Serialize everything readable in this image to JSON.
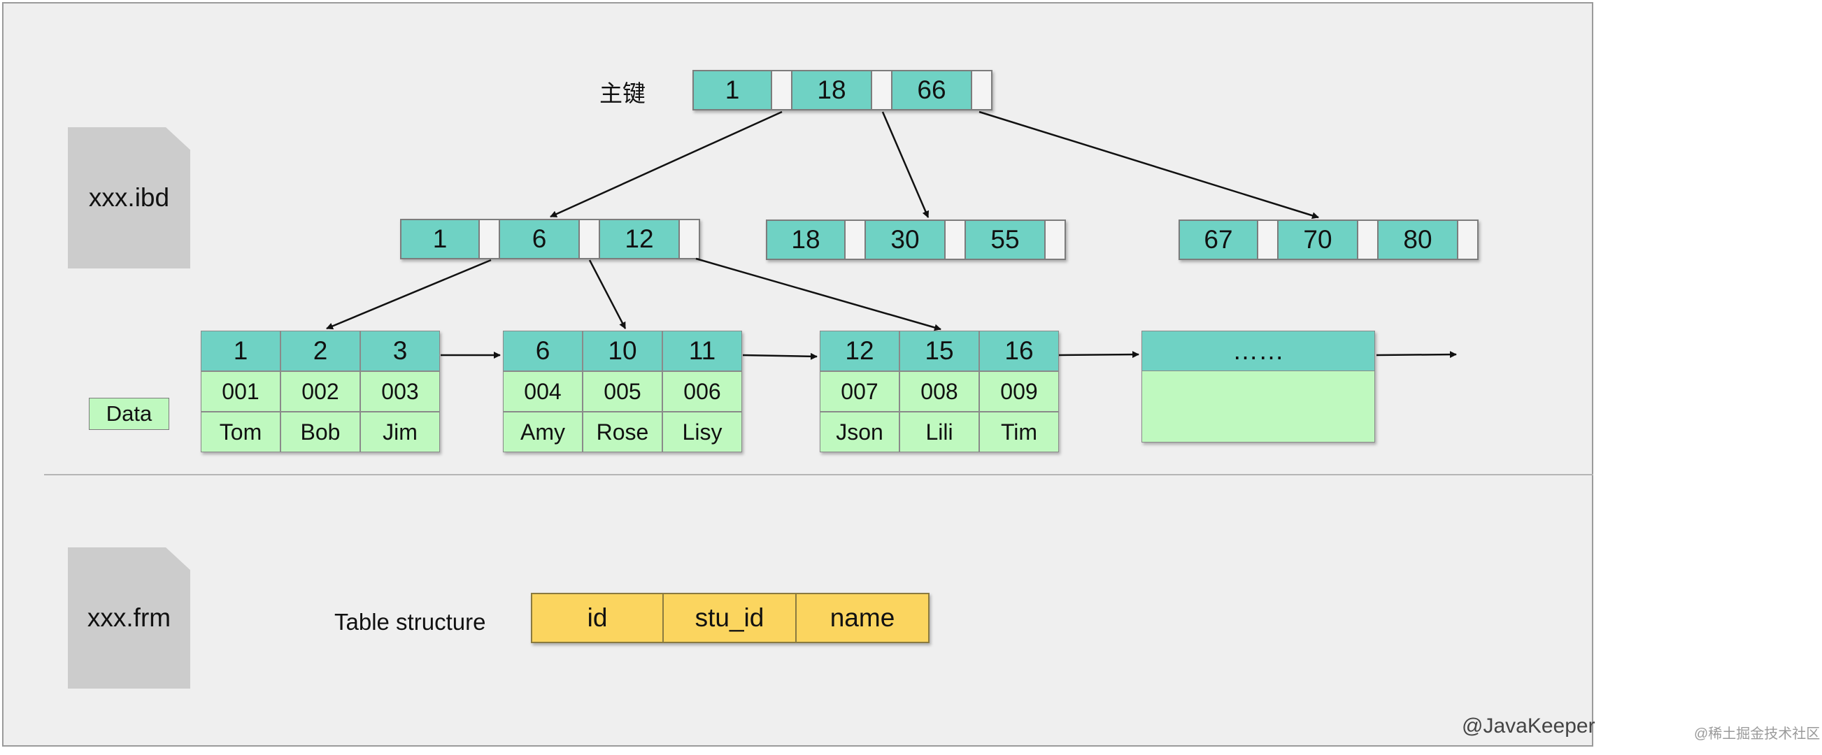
{
  "files": {
    "ibd": "xxx.ibd",
    "frm": "xxx.frm"
  },
  "labels": {
    "primary_key": "主键",
    "data": "Data",
    "table_structure": "Table structure",
    "watermark": "@JavaKeeper",
    "site_watermark": "@稀土掘金技术社区"
  },
  "tree": {
    "root": [
      "1",
      "18",
      "66"
    ],
    "internal": [
      [
        "1",
        "6",
        "12"
      ],
      [
        "18",
        "30",
        "55"
      ],
      [
        "67",
        "70",
        "80"
      ]
    ]
  },
  "leaves": [
    {
      "keys": [
        "1",
        "2",
        "3"
      ],
      "ids": [
        "001",
        "002",
        "003"
      ],
      "names": [
        "Tom",
        "Bob",
        "Jim"
      ]
    },
    {
      "keys": [
        "6",
        "10",
        "11"
      ],
      "ids": [
        "004",
        "005",
        "006"
      ],
      "names": [
        "Amy",
        "Rose",
        "Lisy"
      ]
    },
    {
      "keys": [
        "12",
        "15",
        "16"
      ],
      "ids": [
        "007",
        "008",
        "009"
      ],
      "names": [
        "Json",
        "Lili",
        "Tim"
      ]
    }
  ],
  "leaf_more": "……",
  "table_fields": [
    "id",
    "stu_id",
    "name"
  ],
  "colors": {
    "key_teal": "#6fd2c4",
    "data_green": "#bff9bf",
    "field_yellow": "#fbd55f",
    "panel_bg": "#efefef"
  }
}
